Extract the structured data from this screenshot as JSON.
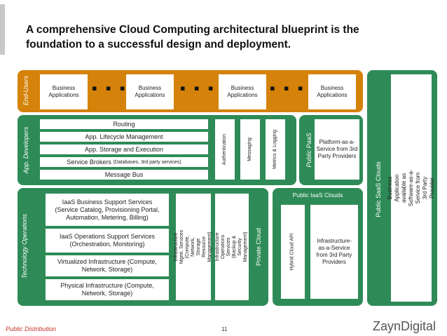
{
  "title": "A comprehensive Cloud Computing architectural blueprint is the foundation to a successful design and deployment.",
  "end_users": {
    "label": "End-Users",
    "apps": [
      "Business Applications",
      "Business Applications",
      "Business Applications",
      "Business Applications"
    ],
    "dots": "▪ ▪ ▪"
  },
  "developers": {
    "label": "App. Developers",
    "layers": [
      "Routing",
      "App. Lifecycle Management",
      "App. Storage and Execution"
    ],
    "brokers_main": "Service Brokers",
    "brokers_detail": "(Databases, 3rd party services)",
    "bus": "Message Bus",
    "verticals": [
      "Authentication",
      "Messaging",
      "Metrics & Logging"
    ]
  },
  "public_paas": {
    "label": "Public PaaS",
    "box": "Platform-as-a-Service from 3rd Party Providers"
  },
  "public_saas": {
    "label": "Public SaaS Clouds",
    "box": "Business Application available as Software-as-a-Service from 3rd Party Provider"
  },
  "operations": {
    "label": "Technology Operations",
    "layers": [
      "IaaS Business Support Services (Service Catalog, Provisioning Portal, Automation, Metering, Billing)",
      "IaaS Operations Support Services (Orchestration, Monitoring)",
      "Virtualized Infrastructure (Compute, Network, Storage)",
      "Physical Infrastructure (Compute, Network, Storage)"
    ],
    "mgmt": "Infrastructure Mgmt. Services (Compute, Network, Storage Resource Management)",
    "ops": "Infrastructure Operations Services (Backup & Security Management)",
    "private_cloud": "Private Cloud"
  },
  "public_iaas": {
    "label": "Public IaaS Clouds",
    "api": "Hybrid Cloud API",
    "box": "Infrastructure-as-a-Service from 3rd Party Providers"
  },
  "footer": {
    "distribution": "Public Distribution",
    "page": "11",
    "logo_a": "Zayn",
    "logo_b": "Digital"
  },
  "colors": {
    "orange": "#d4820a",
    "green": "#2e8b57",
    "dark_green": "#1e6b47"
  }
}
